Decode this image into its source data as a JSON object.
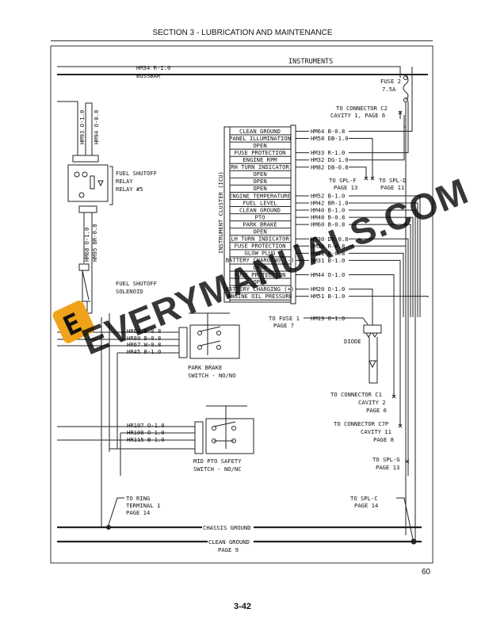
{
  "header": {
    "title": "SECTION 3 - LUBRICATION AND MAINTENANCE"
  },
  "footer": {
    "page_index": "60",
    "section_page": "3-42"
  },
  "watermark": {
    "text": "EVERYMANUALS.COM",
    "logo_letter": "E",
    "logo_color": "#f0a21a"
  },
  "diagram": {
    "title": "INSTRUMENTS",
    "top_wires": {
      "hm34": "HM34 R-1.0",
      "bussbar": "BUSSBAR"
    },
    "fuse": {
      "line1": "FUSE 2",
      "line2": "7.5A"
    },
    "to_c2": {
      "line1": "TO CONNECTOR C2",
      "line2": "CAVITY 1, PAGE 6"
    },
    "icu": {
      "label": "INSTRUMENT CLUSTER (ICU)",
      "pins": [
        {
          "label": "CLEAN GROUND",
          "wire": "HM64 B-0.8"
        },
        {
          "label": "PANEL ILLUMINATION",
          "wire": "HM58 DB-1.0"
        },
        {
          "label": "OPEN",
          "wire": ""
        },
        {
          "label": "FUSE PROTECTION",
          "wire": "HM33 R-1.0"
        },
        {
          "label": "ENGINE RPM",
          "wire": "HM32 DG-1.0"
        },
        {
          "label": "RH TURN INDICATOR",
          "wire": "HM82 DB-0.8"
        },
        {
          "label": "OPEN",
          "wire": ""
        },
        {
          "label": "OPEN",
          "wire": ""
        },
        {
          "label": "OPEN",
          "wire": ""
        },
        {
          "label": "ENGINE TEMPERATURE",
          "wire": "HM52 B-1.0"
        },
        {
          "label": "FUEL LEVEL",
          "wire": "HM42 BR-1.0"
        },
        {
          "label": "CLEAN GROUND",
          "wire": "HM40 B-1.0"
        },
        {
          "label": "PTO",
          "wire": "HM48 B-0.8"
        },
        {
          "label": "PARK BRAKE",
          "wire": "HM60 B-0.8"
        },
        {
          "label": "OPEN",
          "wire": ""
        },
        {
          "label": "LH TURN INDICATOR",
          "wire": "HM30 DB-0.8"
        },
        {
          "label": "FUSE PROTECTION",
          "wire": "HM50 R-0.8"
        },
        {
          "label": "GLOW PLUG",
          "wire": "HM11 B-0.8"
        },
        {
          "label": "BATTERY CHARGING (-)",
          "wire": "HM31 B-1.0"
        },
        {
          "label": "OPEN",
          "wire": ""
        },
        {
          "label": "FUSE PROTECTION",
          "wire": "HM44 O-1.0"
        },
        {
          "label": "OPEN",
          "wire": ""
        },
        {
          "label": "BATTERY CHARGING (+)",
          "wire": "HM20 O-1.0"
        },
        {
          "label": "ENGINE OIL PRESSURE",
          "wire": "HM51 B-1.0"
        }
      ]
    },
    "spl_f": {
      "line1": "TO SPL-F",
      "line2": "PAGE 13"
    },
    "spl_d": {
      "line1": "TO SPL-D",
      "line2": "PAGE 11"
    },
    "fuse1": {
      "line1": "TO FUSE 1",
      "line2": "PAGE 7",
      "wire": "HM19 O-1.0"
    },
    "diode": {
      "label": "DIODE"
    },
    "to_c1": {
      "line1": "TO CONNECTOR C1",
      "line2": "CAVITY 2",
      "line3": "PAGE 6"
    },
    "to_c7p": {
      "line1": "TO CONNECTOR C7P",
      "line2": "CAVITY 11",
      "line3": "PAGE 8"
    },
    "spl_g": {
      "line1": "TO SPL-G",
      "line2": "PAGE 13"
    },
    "relay": {
      "wire_a": "HM93 O-1.0",
      "wire_b": "HM94 O-0.8",
      "line1": "FUEL SHUTOFF",
      "line2": "RELAY",
      "line3": "RELAY #5"
    },
    "solenoid": {
      "wire_a": "HM68 O-1.0",
      "wire_b": "HM95 BR-0.8",
      "line1": "FUEL SHUTOFF",
      "line2": "SOLENOID"
    },
    "park_brake": {
      "wires": [
        "HR60 B-0.8",
        "HR80 B-0.8",
        "HR67 W-0.8",
        "HR45 B-1.0"
      ],
      "line1": "PARK BRAKE",
      "line2": "SWITCH - NO/NO"
    },
    "mid_pto": {
      "wires": [
        "HR107 O-1.0",
        "HR108 O-1.0",
        "HR115 B-1.0"
      ],
      "line1": "MID PTO SAFETY",
      "line2": "SWITCH - NO/NC"
    },
    "ring": {
      "line1": "TO RING",
      "line2": "TERMINAL 1",
      "line3": "PAGE 14"
    },
    "spl_c": {
      "line1": "TO SPL-C",
      "line2": "PAGE 14"
    },
    "chassis_ground": "CHASSIS GROUND",
    "clean_ground": {
      "line1": "CLEAN GROUND",
      "line2": "PAGE 9"
    }
  }
}
